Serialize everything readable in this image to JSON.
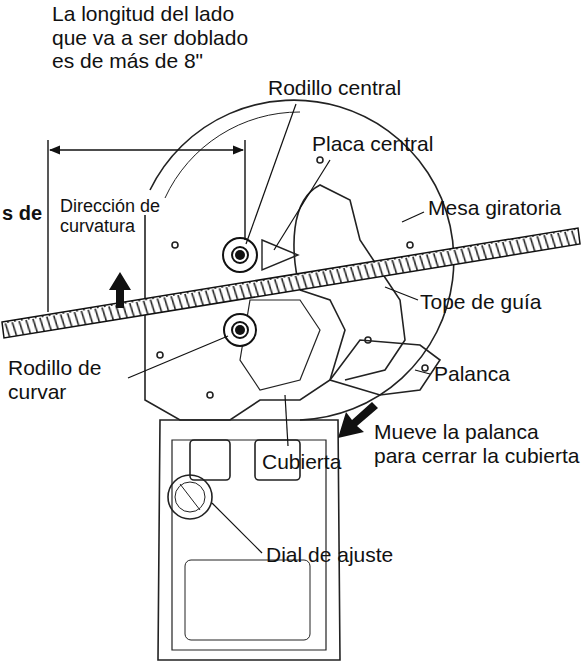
{
  "diagram": {
    "labels": [
      "La longitud del lado que va a ser doblado es de más de 8\"",
      "Rodillo central",
      "Placa central",
      "s de",
      "Dirección de curvatura",
      "Mesa giratoria",
      "Tope de guía",
      "Rodillo de curvar",
      "Palanca",
      "Cubierta",
      "Mueve la palanca para cerrar la cubierta",
      "Dial de ajuste"
    ]
  }
}
